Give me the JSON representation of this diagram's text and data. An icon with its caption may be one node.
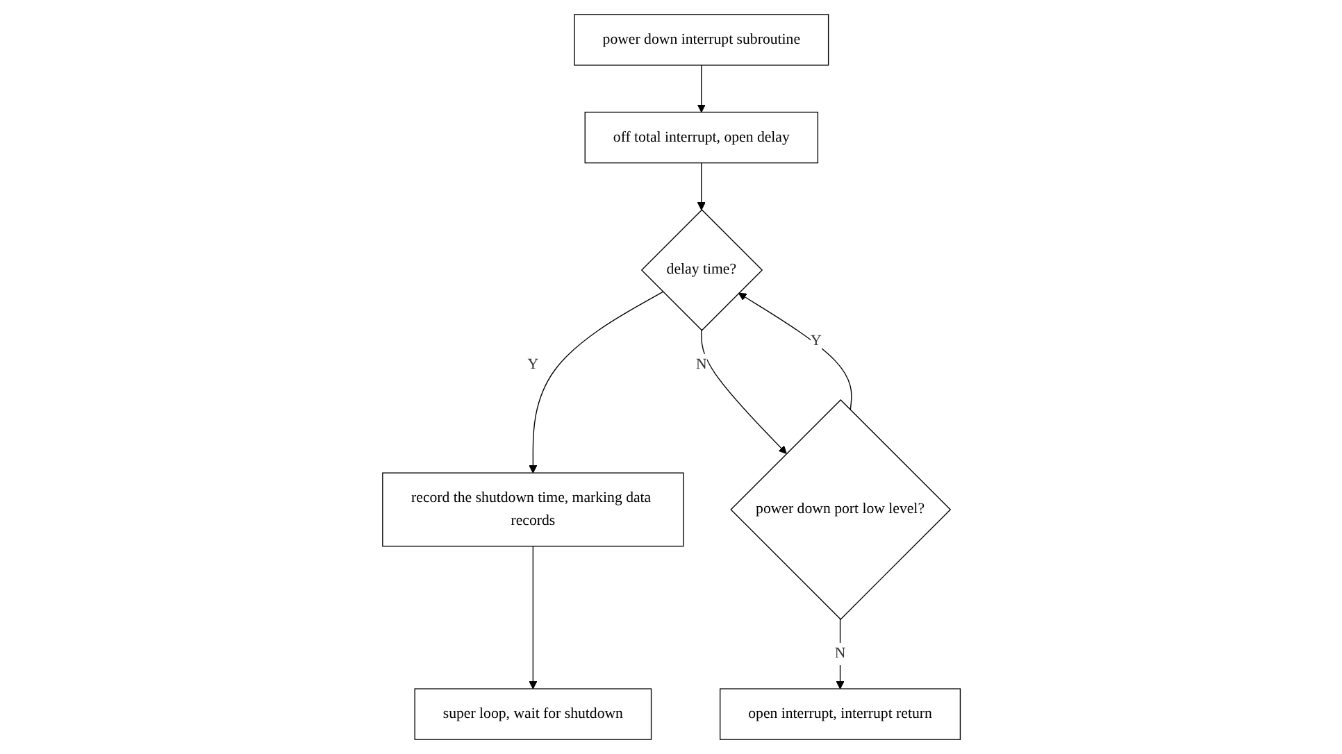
{
  "diagram": {
    "nodes": [
      {
        "text": [
          "power down interrupt subroutine"
        ]
      },
      {
        "text": [
          "off total interrupt, open delay"
        ]
      },
      {
        "text": [
          "delay time?"
        ]
      },
      {
        "text": [
          "power down port low level?"
        ]
      },
      {
        "text": [
          "record the shutdown time, marking data records"
        ]
      },
      {
        "text": [
          "super loop, wait for shutdown"
        ]
      },
      {
        "text": [
          "open interrupt, interrupt return"
        ]
      }
    ],
    "edges": [
      {
        "from": 0,
        "to": 1,
        "arrow": "to"
      },
      {
        "from": 1,
        "to": 2,
        "arrow": "to"
      },
      {
        "from": 2,
        "to": 4,
        "label": "Y",
        "arrow": "to"
      },
      {
        "from": 2,
        "to": 3,
        "label": "N",
        "arrow": "to"
      },
      {
        "from": 3,
        "to": 2,
        "label": "Y",
        "arrow": "to"
      },
      {
        "from": 3,
        "to": 6,
        "label": "N",
        "arrow": "to"
      },
      {
        "from": 4,
        "to": 5,
        "arrow": "to"
      }
    ]
  }
}
